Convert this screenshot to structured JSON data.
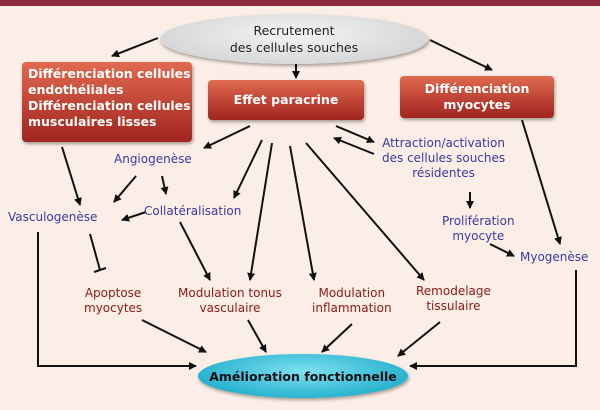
{
  "title": {
    "line1": "Recrutement",
    "line2": "des cellules souches"
  },
  "boxes": {
    "differenciation_left": {
      "line1": "Différenciation cellules",
      "line2": "endothéliales",
      "line3": "Différenciation cellules",
      "line4": "musculaires lisses"
    },
    "effet_paracrine": "Effet paracrine",
    "differenciation_myocytes": {
      "line1": "Différenciation",
      "line2": "myocytes"
    }
  },
  "nodes": {
    "angiogenese": "Angiogenèse",
    "attraction": {
      "line1": "Attraction/activation",
      "line2": "des cellules souches",
      "line3": "résidentes"
    },
    "vasculogenese": "Vasculogenèse",
    "collateralisation": "Collatéralisation",
    "proliferation": {
      "line1": "Prolifération",
      "line2": "myocyte"
    },
    "myogenese": "Myogenèse",
    "apoptose": {
      "line1": "Apoptose",
      "line2": "myocytes"
    },
    "modulation_tonus": {
      "line1": "Modulation tonus",
      "line2": "vasculaire"
    },
    "modulation_inflammation": {
      "line1": "Modulation",
      "line2": "inflammation"
    },
    "remodelage": {
      "line1": "Remodelage",
      "line2": "tissulaire"
    }
  },
  "outcome": "Amélioration fonctionnelle",
  "colors": {
    "background": "#fbeee6",
    "red_box_top": "#e06a50",
    "red_box_bottom": "#a0241f",
    "blue_text": "#3a3aa0",
    "dark_red_text": "#8b1a1a",
    "outcome_fill": "#2ab4d0",
    "arrow": "#111111"
  }
}
